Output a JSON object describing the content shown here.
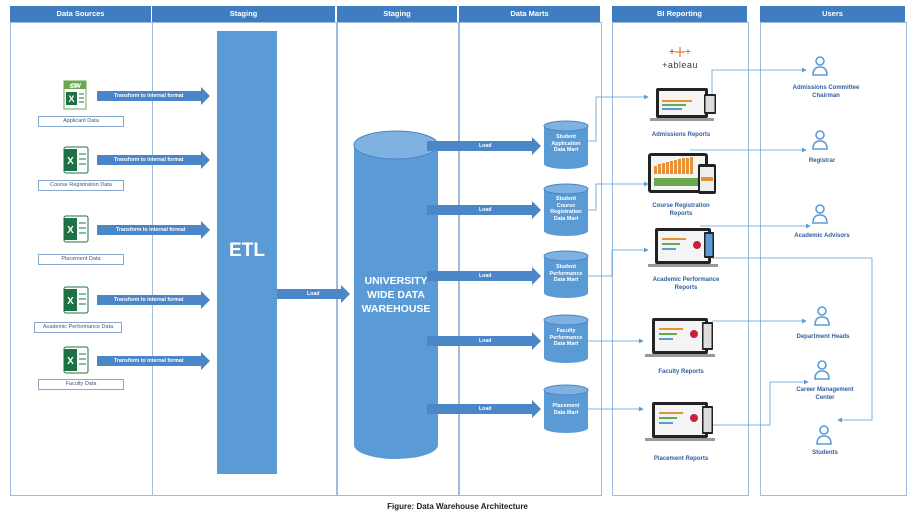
{
  "lanes": [
    "Data Sources",
    "Staging",
    "Staging",
    "Data Marts",
    "BI Reporting",
    "Users"
  ],
  "sources": [
    {
      "label": "Applicant Data",
      "icon": "csv-file-icon",
      "icon_text": "CSV",
      "arrow": "Transform to internal format"
    },
    {
      "label": "Course Registration Data",
      "icon": "excel-file-icon",
      "arrow": "Transform to internal format"
    },
    {
      "label": "Placement Data",
      "icon": "excel-file-icon",
      "arrow": "Transform to internal format"
    },
    {
      "label": "Academic Performance Data",
      "icon": "excel-file-icon",
      "arrow": "Transform to internal format"
    },
    {
      "label": "Faculty Data",
      "icon": "excel-file-icon",
      "arrow": "Transform to internal format"
    }
  ],
  "etl": {
    "label": "ETL",
    "arrow": "Load"
  },
  "warehouse": {
    "line1": "UNIVERSITY",
    "line2": "WIDE DATA",
    "line3": "WAREHOUSE"
  },
  "marts": [
    {
      "arrow": "Load",
      "lines": [
        "Student",
        "Application",
        "Data Mart"
      ]
    },
    {
      "arrow": "Load",
      "lines": [
        "Student",
        "Course",
        "Registration",
        "Data Mart"
      ]
    },
    {
      "arrow": "Load",
      "lines": [
        "Student",
        "Performance",
        "Data Mart"
      ]
    },
    {
      "arrow": "Load",
      "lines": [
        "Faculty",
        "Performance",
        "Data Mart"
      ]
    },
    {
      "arrow": "Load",
      "lines": [
        "Placement",
        "Data Mart"
      ]
    }
  ],
  "tableau_logo": "+ableau",
  "reports": [
    {
      "line1": "Admissions Reports",
      "line2": ""
    },
    {
      "line1": "Course Registration",
      "line2": "Reports"
    },
    {
      "line1": "Academic Performance",
      "line2": "Reports"
    },
    {
      "line1": "Faculty Reports",
      "line2": ""
    },
    {
      "line1": "Placement Reports",
      "line2": ""
    }
  ],
  "users": [
    {
      "line1": "Admissions Committee",
      "line2": "Chairman"
    },
    {
      "line1": "Registrar",
      "line2": ""
    },
    {
      "line1": "Academic Advisors",
      "line2": ""
    },
    {
      "line1": "Department Heads",
      "line2": ""
    },
    {
      "line1": "Career Management",
      "line2": "Center"
    },
    {
      "line1": "Students",
      "line2": ""
    }
  ],
  "caption": "Figure: Data Warehouse Architecture",
  "colors": {
    "header": "#3f7dc0",
    "shape": "#5b9bd5",
    "arrow": "#4a86c8",
    "text": "#2f5f9e",
    "excel": "#1e7145",
    "csv": "#6aa84f"
  }
}
